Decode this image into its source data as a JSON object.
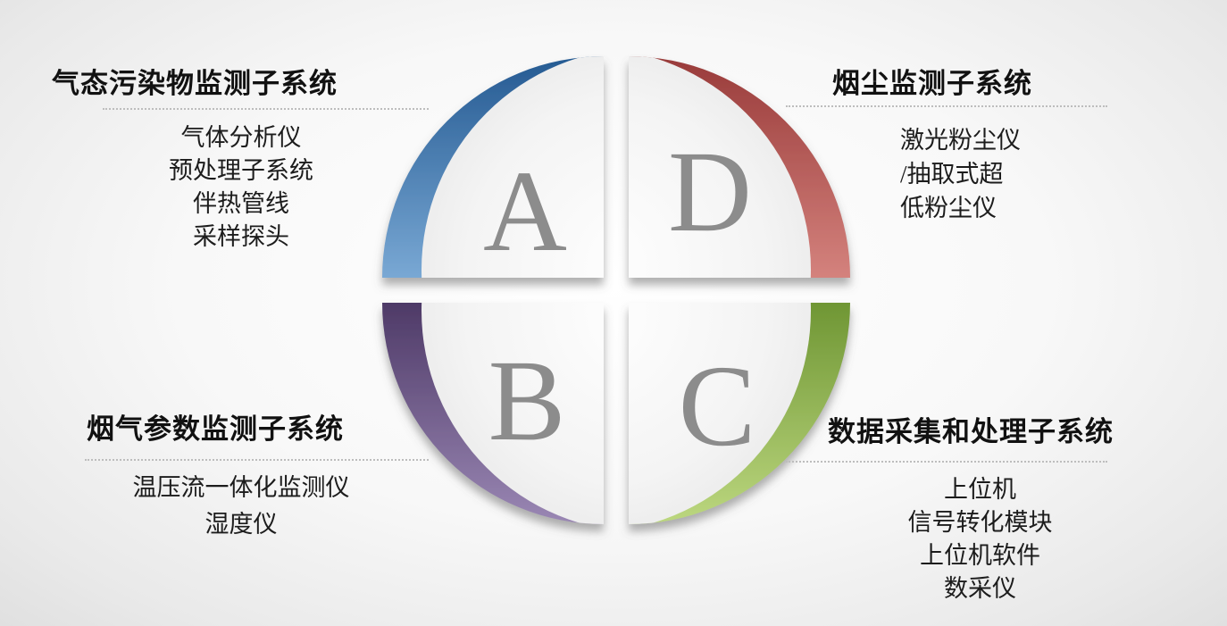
{
  "diagram": {
    "letters": {
      "a": "A",
      "b": "B",
      "c": "C",
      "d": "D"
    },
    "colors": {
      "quadrant_a_blue": "#2f6498",
      "quadrant_d_red": "#a84442",
      "quadrant_b_purple": "#5a4474",
      "quadrant_c_green": "#84a83e",
      "letter_gray": "#8c8c8c",
      "wedge_gray": "#ededed"
    }
  },
  "groups": {
    "gaseous": {
      "title": "气态污染物监测子系统",
      "items": [
        "气体分析仪",
        "预处理子系统",
        "伴热管线",
        "采样探头"
      ]
    },
    "dust": {
      "title": "烟尘监测子系统",
      "items": [
        "激光粉尘仪",
        "/抽取式超",
        "低粉尘仪"
      ]
    },
    "flue": {
      "title": "烟气参数监测子系统",
      "items": [
        "温压流一体化监测仪",
        "湿度仪"
      ]
    },
    "data": {
      "title": "数据采集和处理子系统",
      "items": [
        "上位机",
        "信号转化模块",
        "上位机软件",
        "数采仪"
      ]
    }
  }
}
